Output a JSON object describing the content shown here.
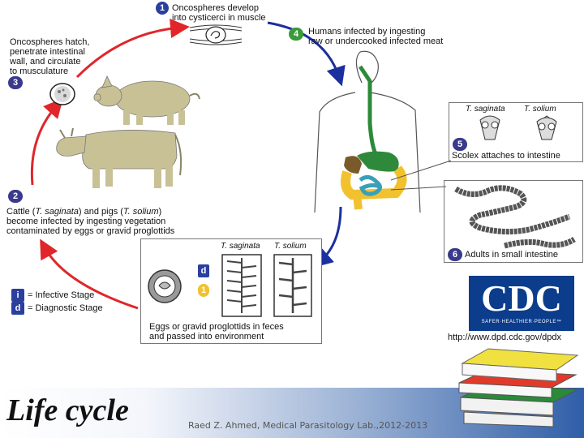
{
  "steps": {
    "s1": {
      "num": "1",
      "text": "Oncospheres develop\ninto cysticerci in muscle"
    },
    "s2": {
      "num": "2",
      "text_a": "Cattle (",
      "sp1": "T. saginata",
      "text_b": ") and pigs (",
      "sp2": "T. solium",
      "text_c": ")\nbecome infected by ingesting vegetation\ncontaminated by eggs or gravid proglottids"
    },
    "s3": {
      "num": "3",
      "text": "Oncospheres hatch,\npenetrate intestinal\nwall, and circulate\nto musculature"
    },
    "s4": {
      "num": "4",
      "text": "Humans infected by ingesting\nraw or undercooked infected meat"
    },
    "s5": {
      "num": "5",
      "text": "Scolex attaches to intestine"
    },
    "s6": {
      "num": "6",
      "text": "Adults in small intestine"
    },
    "eggs": {
      "text": "Eggs or gravid proglottids in feces\nand passed into environment"
    }
  },
  "species": {
    "saginata": "T. saginata",
    "solium": "T. solium"
  },
  "legend": {
    "infective_symbol": "i",
    "infective_label": "= Infective Stage",
    "diagnostic_symbol": "d",
    "diagnostic_label": "= Diagnostic Stage"
  },
  "logo": {
    "letters": "CDC",
    "tagline": "SAFER·HEALTHIER·PEOPLE™"
  },
  "url": "http://www.dpd.cdc.gov/dpdx",
  "footer": {
    "title": "Life cycle",
    "credit": "Raed Z. Ahmed, Medical Parasitology Lab.,2012-2013"
  },
  "colors": {
    "infective_blue": "#2b3f9e",
    "diagnostic_blue": "#2b3f9e",
    "stage_purple": "#3a3a8c",
    "arrow_red": "#e0262a",
    "arrow_blue": "#1c2f9e",
    "animal_tan": "#c9c196",
    "step4_green": "#3a9a3a",
    "cdc_blue": "#0b3d8c"
  }
}
